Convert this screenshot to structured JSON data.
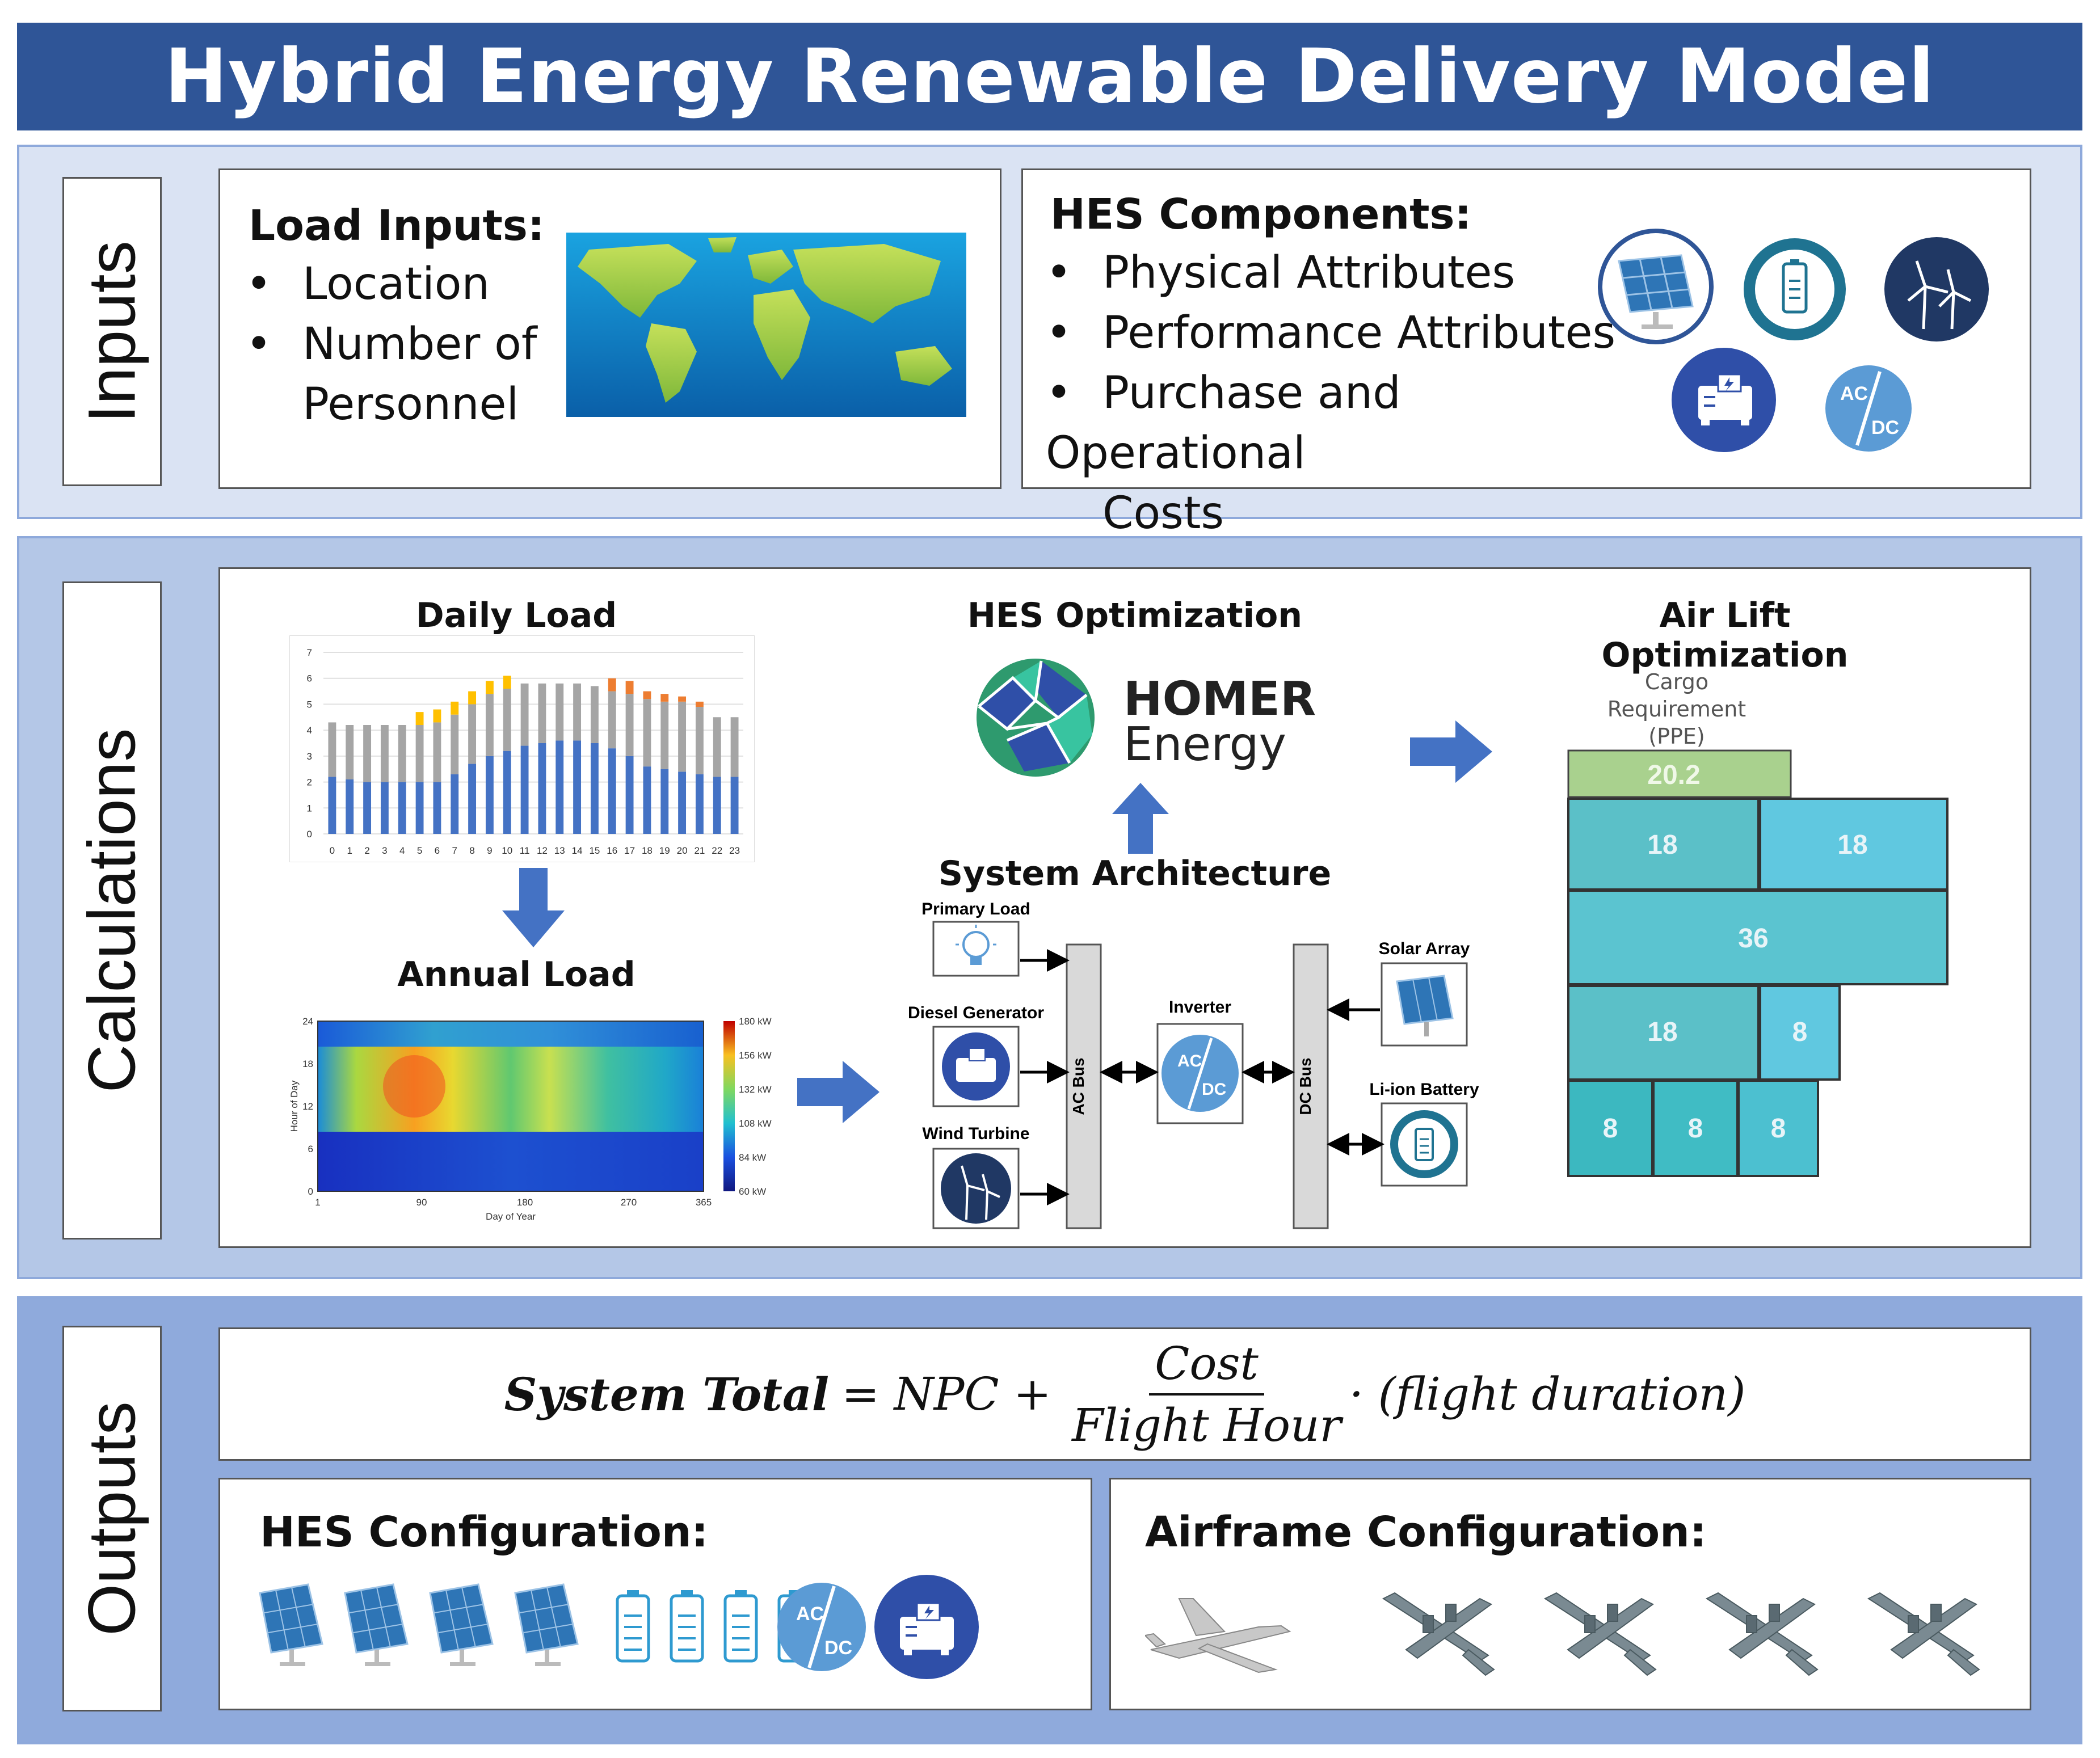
{
  "title": "Hybrid Energy Renewable Delivery Model",
  "sections": {
    "inputs": "Inputs",
    "calculations": "Calculations",
    "outputs": "Outputs"
  },
  "load_inputs": {
    "heading": "Load Inputs:",
    "items": [
      "Location",
      "Number of",
      "Personnel"
    ]
  },
  "hes_components": {
    "heading": "HES Components:",
    "items": [
      "Physical Attributes",
      "Performance Attributes",
      "Purchase and Operational",
      "Costs"
    ]
  },
  "daily_load": {
    "title": "Daily Load"
  },
  "annual_load": {
    "title": "Annual Load"
  },
  "hes_optimization": {
    "title": "HES Optimization",
    "logo_line1": "HOMER",
    "logo_line2": "Energy"
  },
  "system_architecture": {
    "title": "System Architecture",
    "primary_load": "Primary Load",
    "diesel_generator": "Diesel Generator",
    "wind_turbine": "Wind Turbine",
    "ac_bus": "AC Bus",
    "inverter": "Inverter",
    "dc_bus": "DC Bus",
    "solar_array": "Solar Array",
    "li_ion_battery": "Li-ion Battery",
    "ac": "AC",
    "dc": "DC"
  },
  "air_lift": {
    "title": "Air Lift Optimization",
    "cargo_label_1": "Cargo",
    "cargo_label_2": "Requirement",
    "cargo_label_3": "(PPE)",
    "cargo_value": "20.2",
    "cells": [
      "18",
      "18",
      "36",
      "18",
      "8",
      "8",
      "8",
      "8"
    ]
  },
  "formula": {
    "lhs": "System Total",
    "eq": "= NPC +",
    "num": "Cost",
    "den": "Flight Hour",
    "tail": "· (flight duration)"
  },
  "hes_configuration": {
    "heading": "HES Configuration:"
  },
  "airframe_configuration": {
    "heading": "Airframe Configuration:"
  },
  "colors": {
    "title_bar": "#2f5597",
    "bar_blue": "#4472c4",
    "bar_gray": "#a5a5a5",
    "bar_orange": "#ffc000",
    "icon_navy": "#203864",
    "icon_blue": "#5b9bd5",
    "cargo_green": "#a9d18e",
    "cargo_cyan": "#5bc0c8"
  },
  "chart_data": [
    {
      "type": "bar",
      "title": "Daily Load",
      "categories": [
        "0",
        "1",
        "2",
        "3",
        "4",
        "5",
        "6",
        "7",
        "8",
        "9",
        "10",
        "11",
        "12",
        "13",
        "14",
        "15",
        "16",
        "17",
        "18",
        "19",
        "20",
        "21",
        "22",
        "23"
      ],
      "ylim": [
        0,
        7
      ],
      "yticks": [
        "0",
        "1",
        "2",
        "3",
        "4",
        "5",
        "6",
        "7"
      ],
      "series": [
        {
          "values": [
            2.2,
            2.1,
            2.0,
            2.0,
            2.0,
            2.0,
            2.0,
            2.3,
            2.7,
            3.0,
            3.2,
            3.4,
            3.5,
            3.6,
            3.6,
            3.5,
            3.3,
            3.0,
            2.6,
            2.5,
            2.4,
            2.3,
            2.2,
            2.2
          ]
        },
        {
          "values": [
            2.1,
            2.1,
            2.2,
            2.2,
            2.2,
            2.2,
            2.3,
            2.3,
            2.3,
            2.4,
            2.4,
            2.4,
            2.3,
            2.2,
            2.2,
            2.2,
            2.2,
            2.4,
            2.6,
            2.6,
            2.7,
            2.6,
            2.3,
            2.3
          ]
        },
        {
          "values": [
            0,
            0,
            0,
            0,
            0,
            0.5,
            0.5,
            0.5,
            0.5,
            0.5,
            0.5,
            0,
            0,
            0,
            0,
            0,
            0.5,
            0.5,
            0.3,
            0.3,
            0.2,
            0.2,
            0,
            0
          ]
        }
      ]
    },
    {
      "type": "heatmap",
      "title": "Annual Load",
      "xlabel": "Day of Year",
      "ylabel": "Hour of Day",
      "xticks": [
        "1",
        "90",
        "180",
        "270",
        "365"
      ],
      "yticks": [
        "0",
        "6",
        "12",
        "18",
        "24"
      ],
      "colorbar": [
        "60 kW",
        "84 kW",
        "108 kW",
        "132 kW",
        "156 kW",
        "180 kW"
      ]
    }
  ]
}
